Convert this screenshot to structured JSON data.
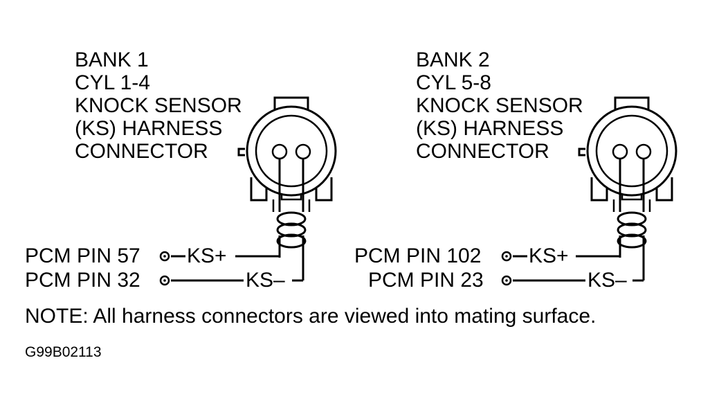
{
  "bank1": {
    "title_lines": [
      "BANK 1",
      "CYL 1-4",
      "KNOCK SENSOR",
      "(KS) HARNESS",
      "CONNECTOR"
    ],
    "pin_plus": "PCM PIN 57",
    "pin_minus": "PCM PIN 32",
    "ks_plus": "KS+",
    "ks_minus": "KS–"
  },
  "bank2": {
    "title_lines": [
      "BANK 2",
      "CYL 5-8",
      "KNOCK SENSOR",
      "(KS) HARNESS",
      "CONNECTOR"
    ],
    "pin_plus": "PCM PIN 102",
    "pin_minus": "PCM PIN 23",
    "ks_plus": "KS+",
    "ks_minus": "KS–"
  },
  "note": "NOTE:  All harness connectors are viewed into mating surface.",
  "figure_code": "G99B02113"
}
